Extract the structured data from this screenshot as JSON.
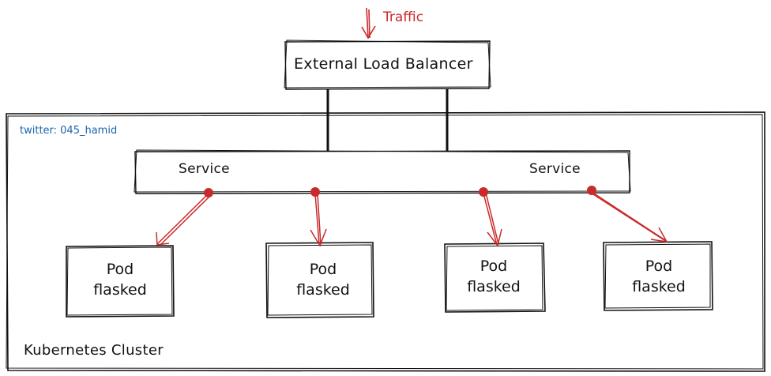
{
  "traffic_label": "Traffic",
  "load_balancer_label": "External Load Balancer",
  "twitter_handle": "twitter: 045_hamid",
  "service_labels": [
    "Service",
    "Service"
  ],
  "pods": [
    {
      "title": "Pod",
      "name": "flasked"
    },
    {
      "title": "Pod",
      "name": "flasked"
    },
    {
      "title": "Pod",
      "name": "flasked"
    },
    {
      "title": "Pod",
      "name": "flasked"
    }
  ],
  "cluster_label": "Kubernetes Cluster",
  "colors": {
    "arrow": "#c92a2a",
    "handle": "#1864ab",
    "stroke": "#111111"
  }
}
